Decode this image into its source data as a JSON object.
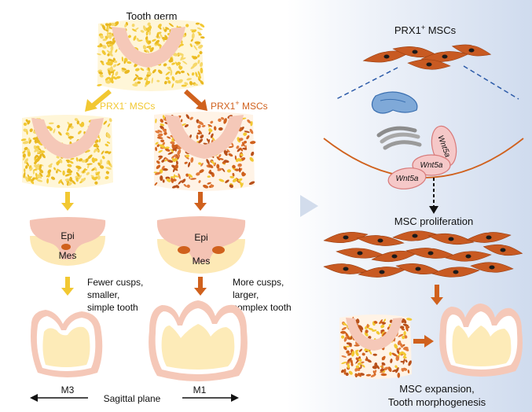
{
  "left": {
    "title": "Tooth germ",
    "branch_neg": {
      "name": "PRX1",
      "sup": "-",
      "suffix": " MSCs"
    },
    "branch_pos": {
      "name": "PRX1",
      "sup": "+",
      "suffix": " MSCs"
    },
    "epi": "Epi",
    "mes": "Mes",
    "outcome_neg": [
      "Fewer cusps,",
      "smaller,",
      "simple tooth"
    ],
    "outcome_pos": [
      "More cusps,",
      "larger,",
      "complex tooth"
    ],
    "molar_left": "M3",
    "molar_right": "M1",
    "axis": "Sagittal plane"
  },
  "right": {
    "title": {
      "name": "PRX1",
      "sup": "+",
      "suffix": " MSCs"
    },
    "wnt": [
      "Wnt5a",
      "Wnt5a",
      "Wnt5a"
    ],
    "proliferation": "MSC proliferation",
    "expansion": [
      "MSC expansion,",
      "Tooth morphogenesis"
    ]
  },
  "colors": {
    "yellow": "#f2c832",
    "orange": "#d0611d",
    "pink": "#f4c3b4",
    "cream": "#fde9b6",
    "panel": "#dde6f3"
  }
}
